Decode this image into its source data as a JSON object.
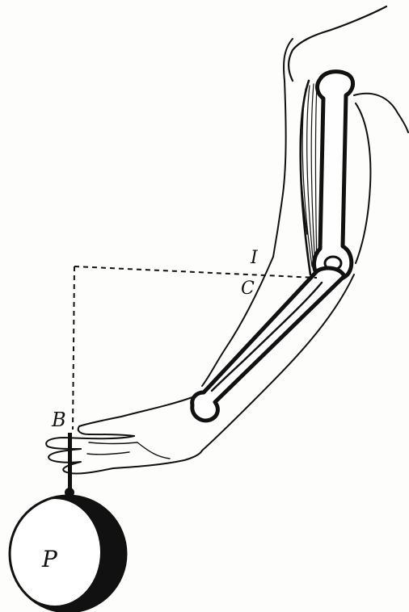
{
  "labels": {
    "fulcrum": "I",
    "muscle": "C",
    "hand_point": "B",
    "weight": "P"
  }
}
